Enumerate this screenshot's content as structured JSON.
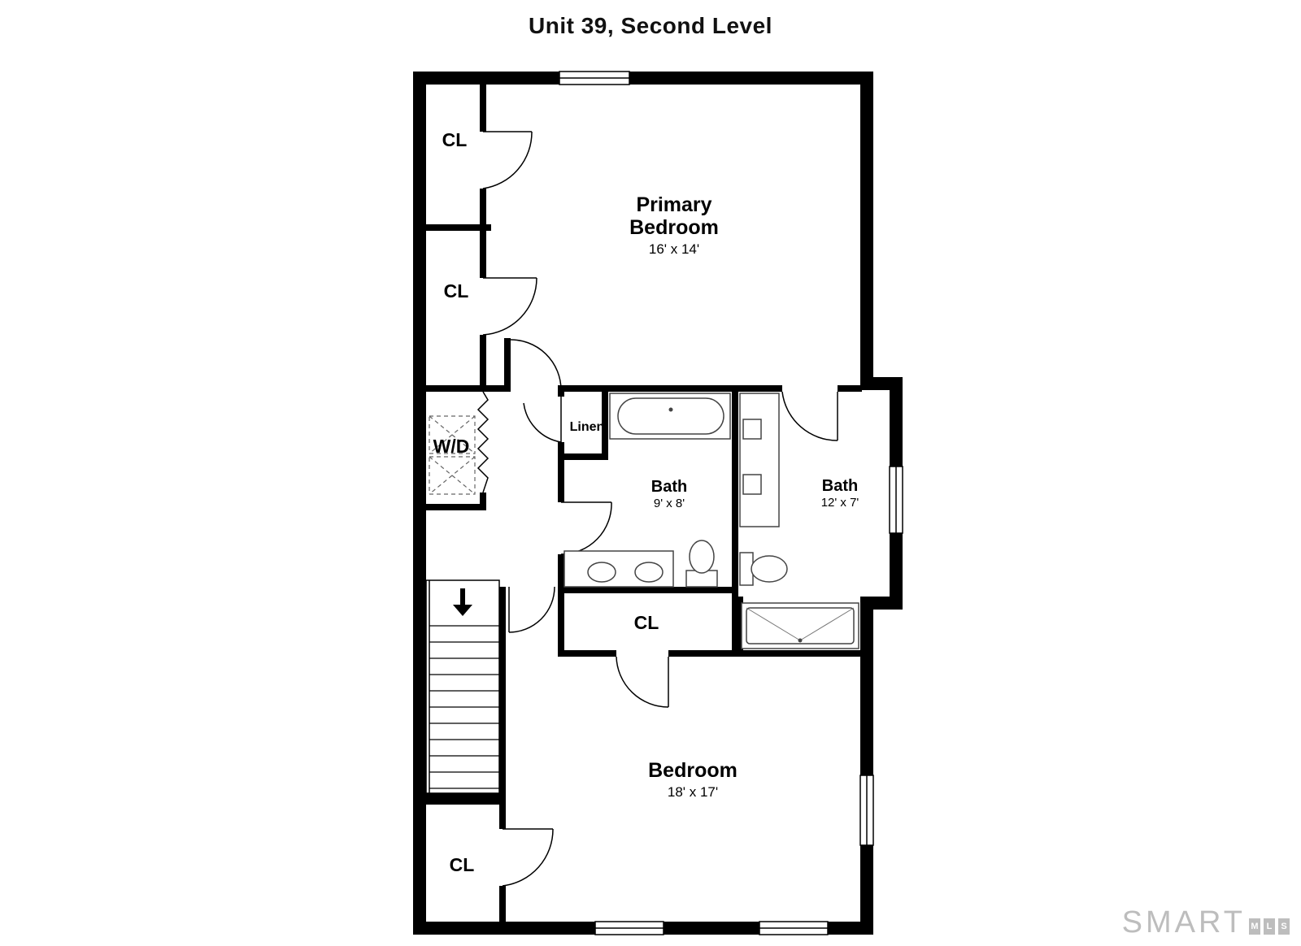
{
  "title": "Unit 39, Second Level",
  "rooms": {
    "primary_bedroom": {
      "name_line1": "Primary",
      "name_line2": "Bedroom",
      "dims": "16' x 14'"
    },
    "bedroom": {
      "name": "Bedroom",
      "dims": "18' x 17'"
    },
    "bath_hall": {
      "name": "Bath",
      "dims": "9' x 8'"
    },
    "bath_primary": {
      "name": "Bath",
      "dims": "12' x 7'"
    },
    "closet_top": {
      "name": "CL"
    },
    "closet_mid": {
      "name": "CL"
    },
    "closet_center": {
      "name": "CL"
    },
    "closet_bottom": {
      "name": "CL"
    },
    "linen": {
      "name": "Linen"
    },
    "laundry": {
      "name": "W/D"
    }
  },
  "logo": {
    "text": "SMART",
    "letters": [
      "M",
      "L",
      "S"
    ]
  },
  "colors": {
    "wall": "#000000",
    "logo": "#bdbdbd"
  }
}
